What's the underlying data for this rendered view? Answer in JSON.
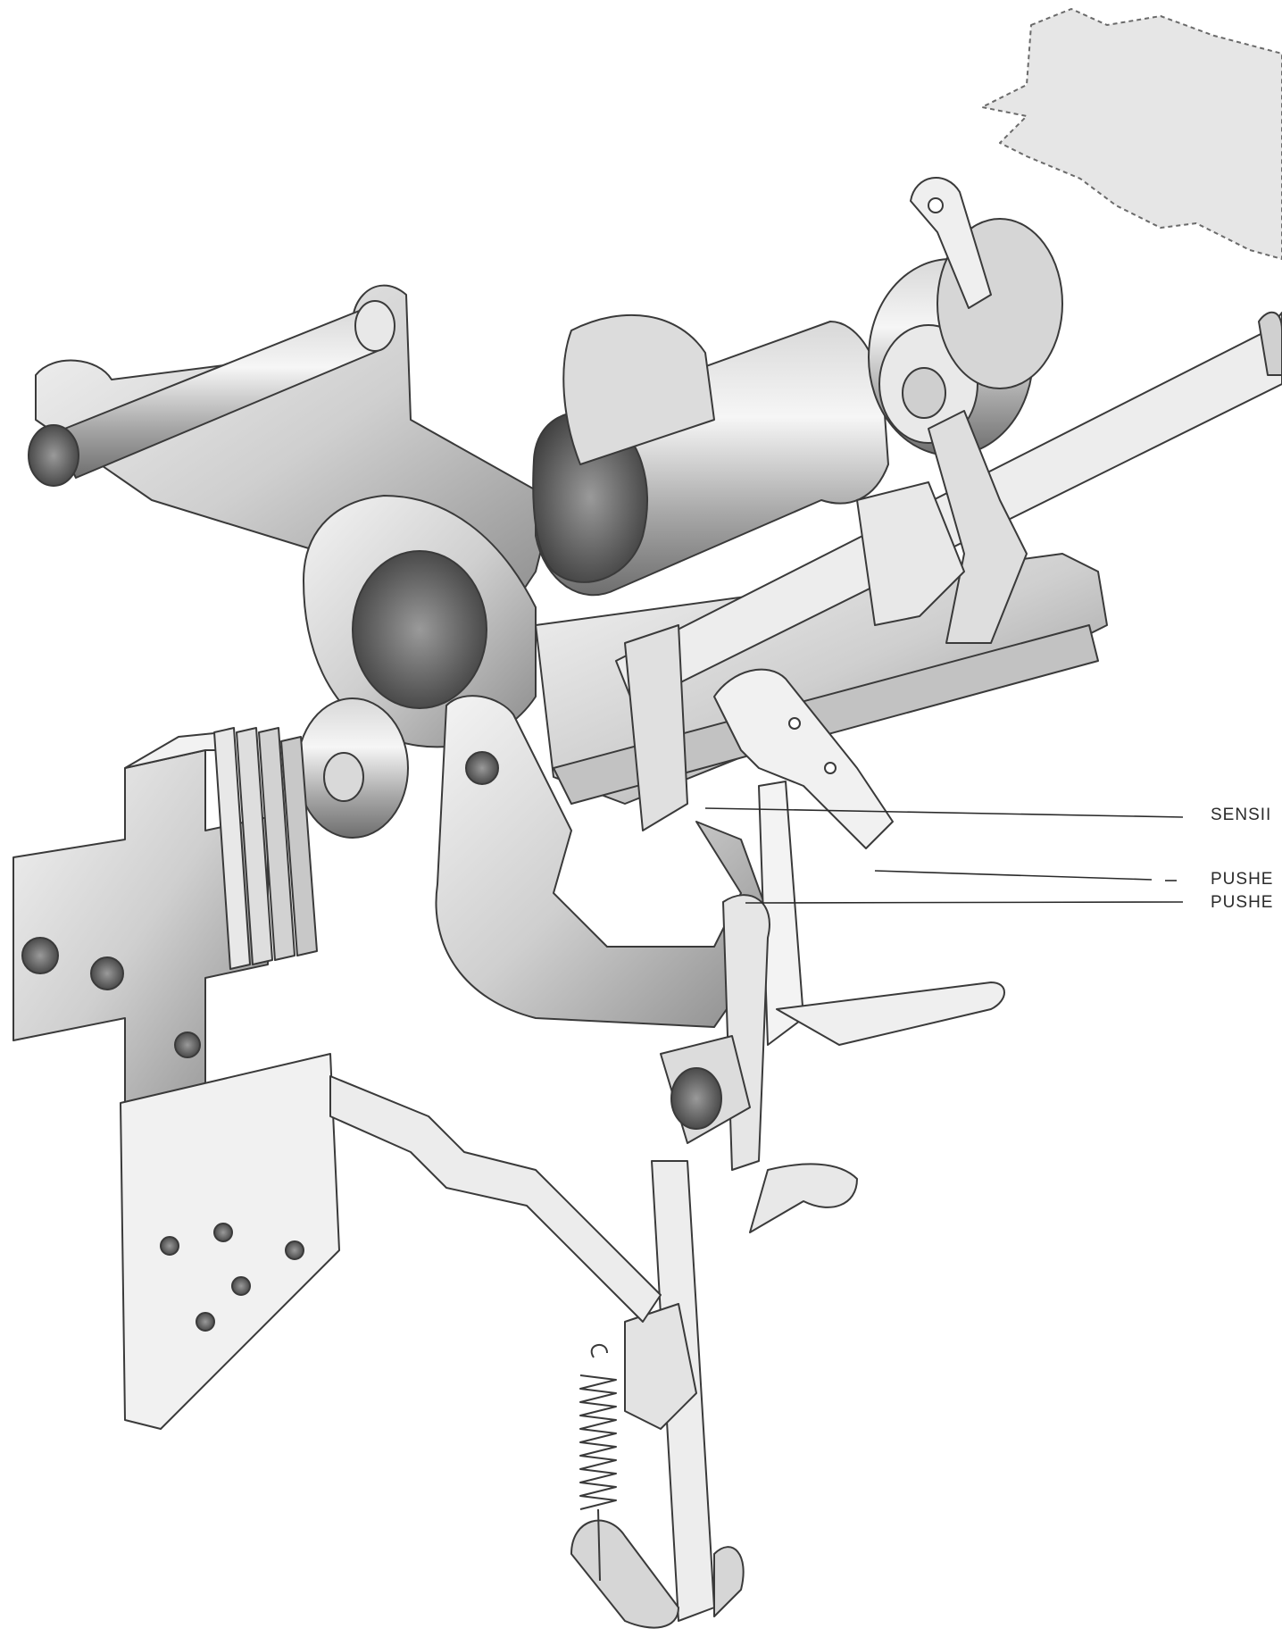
{
  "callouts": [
    {
      "label": "SENSII"
    },
    {
      "label": "PUSHE"
    },
    {
      "label": "PUSHE"
    }
  ],
  "colors": {
    "ink": "#3a3a3a",
    "shade": "#9a9a9a",
    "dark": "#5c5c5c",
    "paper": "#ffffff"
  }
}
